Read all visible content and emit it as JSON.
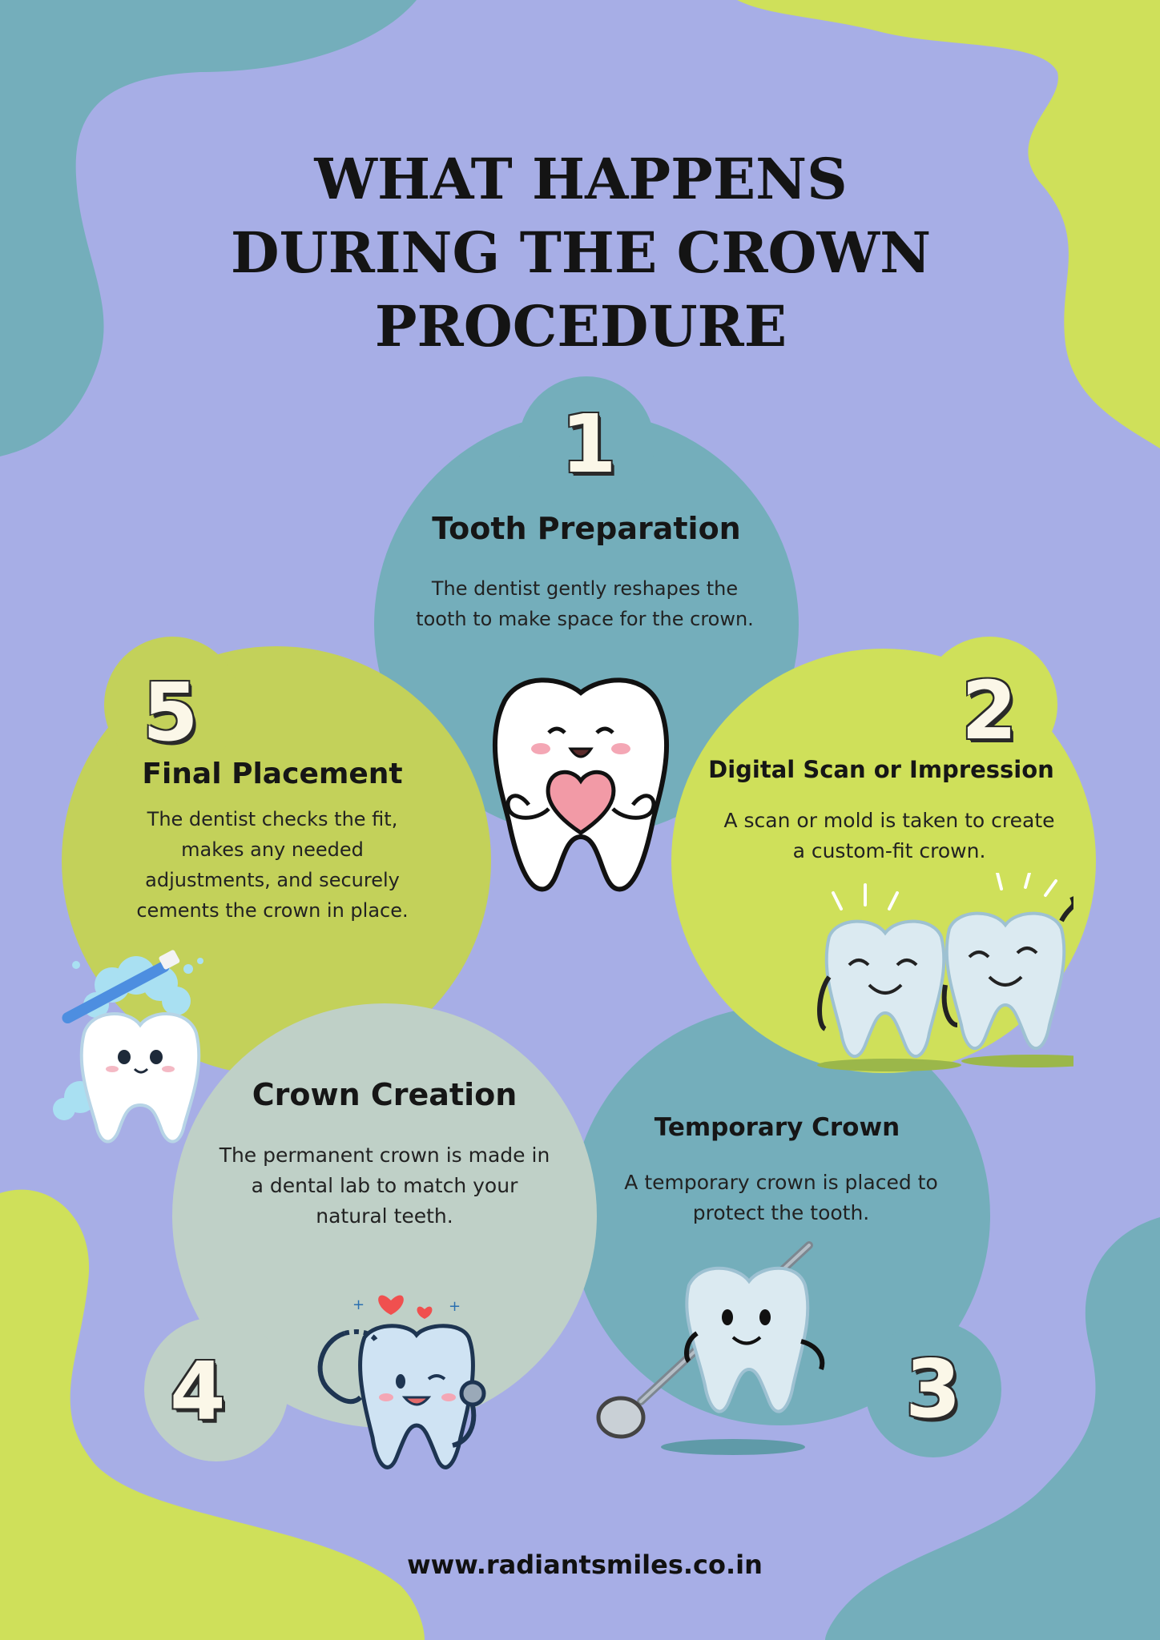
{
  "title_lines": [
    "WHAT HAPPENS",
    "DURING THE CROWN",
    "PROCEDURE"
  ],
  "steps": [
    {
      "number": "1",
      "heading": "Tooth Preparation",
      "description": "The dentist gently reshapes the tooth to make space for the crown."
    },
    {
      "number": "2",
      "heading": "Digital Scan or Impression",
      "description": "A scan or mold is taken to create a custom-fit crown."
    },
    {
      "number": "3",
      "heading": "Temporary Crown",
      "description": "A temporary crown is placed to protect the tooth."
    },
    {
      "number": "4",
      "heading": "Crown Creation",
      "description": "The permanent crown is made in a dental lab to match your natural teeth."
    },
    {
      "number": "5",
      "heading": "Final Placement",
      "description": "The dentist checks the fit, makes any needed adjustments, and securely cements the crown in place."
    }
  ],
  "website": "www.radiantsmiles.co.in",
  "colors": {
    "background": "#a7aee6",
    "teal": "#74aebb",
    "lime": "#cddf5a",
    "olive_green": "#c3d15a",
    "sage": "#bfd0c7",
    "number_fill": "#fbf7e8"
  },
  "icons": [
    "tooth-heart-icon",
    "two-teeth-icon",
    "tooth-mirror-icon",
    "tooth-stethoscope-icon",
    "tooth-toothbrush-icon"
  ]
}
